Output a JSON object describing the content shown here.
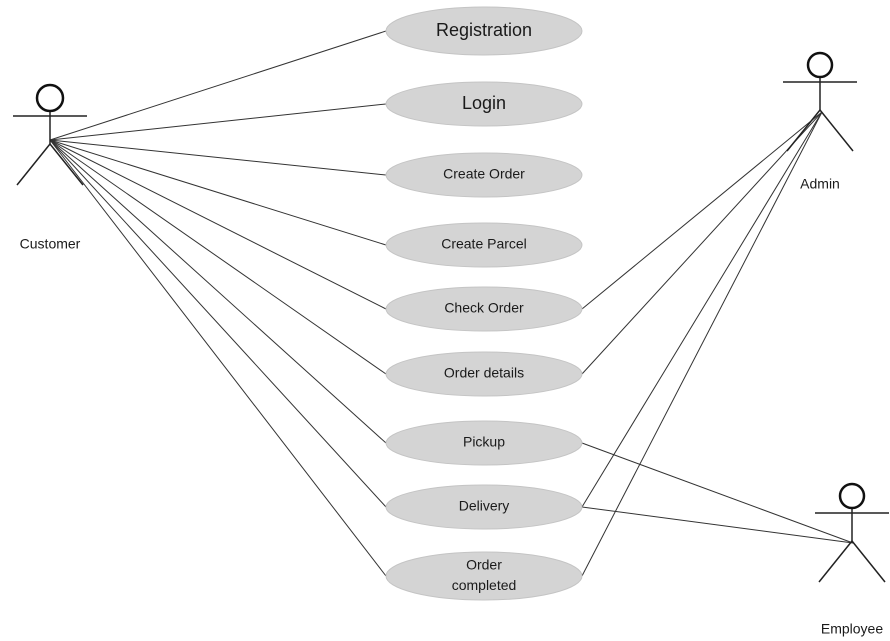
{
  "actors": [
    {
      "id": "customer",
      "name": "Customer"
    },
    {
      "id": "admin",
      "name": "Admin"
    },
    {
      "id": "employee",
      "name": "Employee"
    }
  ],
  "use_cases": [
    {
      "id": "registration",
      "lines": [
        "Registration"
      ]
    },
    {
      "id": "login",
      "lines": [
        "Login"
      ]
    },
    {
      "id": "create-order",
      "lines": [
        "Create Order"
      ]
    },
    {
      "id": "create-parcel",
      "lines": [
        "Create Parcel"
      ]
    },
    {
      "id": "check-order",
      "lines": [
        "Check Order"
      ]
    },
    {
      "id": "order-details",
      "lines": [
        "Order details"
      ]
    },
    {
      "id": "pickup",
      "lines": [
        "Pickup"
      ]
    },
    {
      "id": "delivery",
      "lines": [
        "Delivery"
      ]
    },
    {
      "id": "order-completed",
      "lines": [
        "Order",
        "completed"
      ]
    }
  ],
  "associations": [
    {
      "actor": "customer",
      "use_case": "registration"
    },
    {
      "actor": "customer",
      "use_case": "login"
    },
    {
      "actor": "customer",
      "use_case": "create-order"
    },
    {
      "actor": "customer",
      "use_case": "create-parcel"
    },
    {
      "actor": "customer",
      "use_case": "check-order"
    },
    {
      "actor": "customer",
      "use_case": "order-details"
    },
    {
      "actor": "customer",
      "use_case": "pickup"
    },
    {
      "actor": "customer",
      "use_case": "delivery"
    },
    {
      "actor": "customer",
      "use_case": "order-completed"
    },
    {
      "actor": "admin",
      "use_case": "check-order"
    },
    {
      "actor": "admin",
      "use_case": "order-details"
    },
    {
      "actor": "admin",
      "use_case": "delivery"
    },
    {
      "actor": "admin",
      "use_case": "order-completed"
    },
    {
      "actor": "employee",
      "use_case": "pickup"
    },
    {
      "actor": "employee",
      "use_case": "delivery"
    }
  ]
}
